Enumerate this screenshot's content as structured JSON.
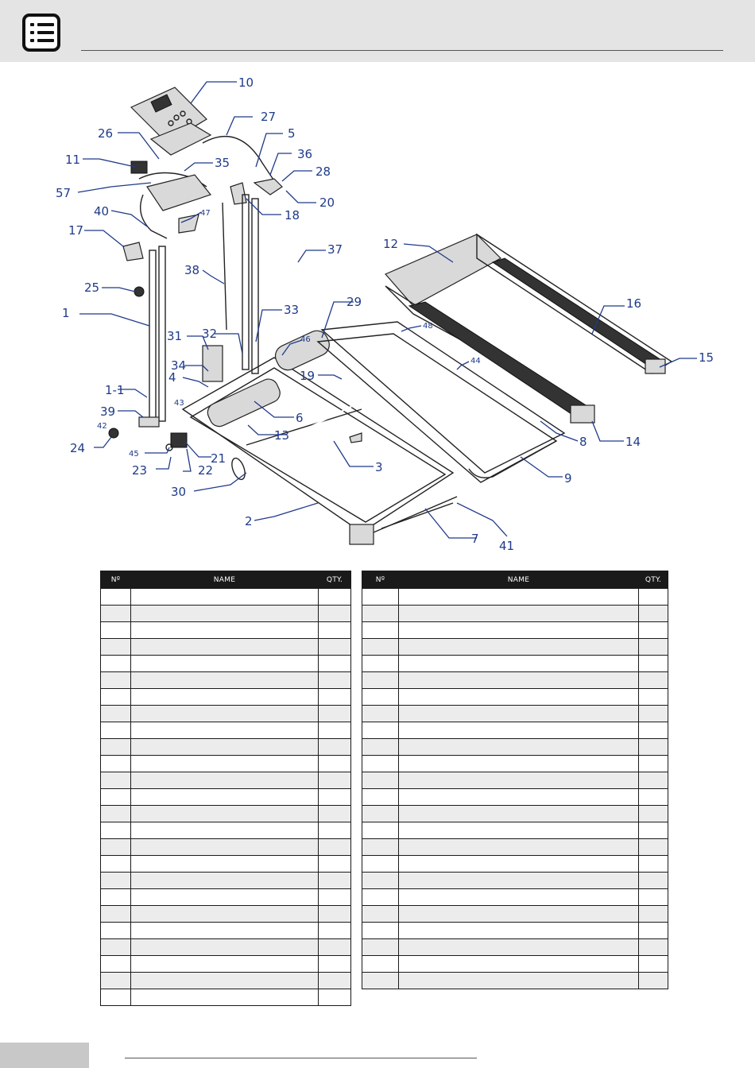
{
  "header": {
    "icon": "list-icon"
  },
  "diagram": {
    "callouts": [
      "10",
      "27",
      "5",
      "36",
      "28",
      "20",
      "18",
      "26",
      "35",
      "11",
      "57",
      "40",
      "47",
      "17",
      "25",
      "38",
      "37",
      "12",
      "16",
      "15",
      "14",
      "8",
      "9",
      "1",
      "31",
      "32",
      "33",
      "29",
      "44",
      "48",
      "46",
      "19",
      "34",
      "4",
      "43",
      "6",
      "13",
      "3",
      "1-1",
      "39",
      "42",
      "24",
      "45",
      "23",
      "22",
      "21",
      "30",
      "2",
      "7",
      "41"
    ]
  },
  "tables": {
    "headers": {
      "no": "Nº",
      "name": "NAME",
      "qty": "QTY."
    },
    "left_rows": 25,
    "right_rows": 24
  },
  "colors": {
    "callout": "#1f3a8a",
    "header_bg": "#e4e4e4",
    "table_header": "#1a1a1a",
    "row_alt": "#ececec"
  }
}
